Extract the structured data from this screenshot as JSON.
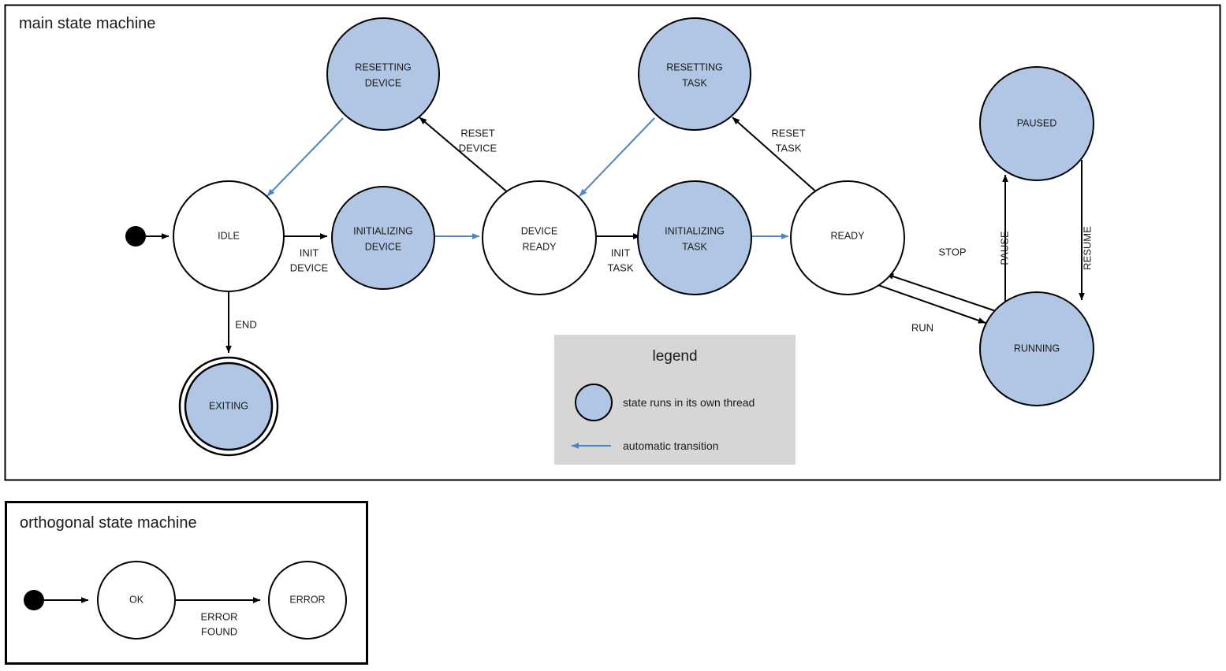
{
  "colors": {
    "thread_state_fill": "#b1c6e4",
    "stroke": "#000000",
    "auto_transition": "#4a86c8",
    "legend_bg": "#d6d6d6",
    "background": "#ffffff"
  },
  "main_machine": {
    "title": "main state machine",
    "states": [
      {
        "id": "idle",
        "label_lines": [
          "IDLE"
        ],
        "threaded": false,
        "final": false
      },
      {
        "id": "resetting-device",
        "label_lines": [
          "RESETTING",
          "DEVICE"
        ],
        "threaded": true,
        "final": false
      },
      {
        "id": "initializing-device",
        "label_lines": [
          "INITIALIZING",
          "DEVICE"
        ],
        "threaded": true,
        "final": false
      },
      {
        "id": "device-ready",
        "label_lines": [
          "DEVICE",
          "READY"
        ],
        "threaded": false,
        "final": false
      },
      {
        "id": "resetting-task",
        "label_lines": [
          "RESETTING",
          "TASK"
        ],
        "threaded": true,
        "final": false
      },
      {
        "id": "initializing-task",
        "label_lines": [
          "INITIALIZING",
          "TASK"
        ],
        "threaded": true,
        "final": false
      },
      {
        "id": "ready",
        "label_lines": [
          "READY"
        ],
        "threaded": false,
        "final": false
      },
      {
        "id": "paused",
        "label_lines": [
          "PAUSED"
        ],
        "threaded": true,
        "final": false
      },
      {
        "id": "running",
        "label_lines": [
          "RUNNING"
        ],
        "threaded": true,
        "final": false
      },
      {
        "id": "exiting",
        "label_lines": [
          "EXITING"
        ],
        "threaded": true,
        "final": true
      }
    ],
    "transitions": [
      {
        "from": "start",
        "to": "idle",
        "label_lines": [],
        "automatic": false
      },
      {
        "from": "idle",
        "to": "initializing-device",
        "label_lines": [
          "INIT",
          "DEVICE"
        ],
        "automatic": false
      },
      {
        "from": "idle",
        "to": "exiting",
        "label_lines": [
          "END"
        ],
        "automatic": false
      },
      {
        "from": "initializing-device",
        "to": "device-ready",
        "label_lines": [],
        "automatic": true
      },
      {
        "from": "device-ready",
        "to": "resetting-device",
        "label_lines": [
          "RESET",
          "DEVICE"
        ],
        "automatic": false
      },
      {
        "from": "resetting-device",
        "to": "idle",
        "label_lines": [],
        "automatic": true
      },
      {
        "from": "device-ready",
        "to": "initializing-task",
        "label_lines": [
          "INIT",
          "TASK"
        ],
        "automatic": false
      },
      {
        "from": "initializing-task",
        "to": "ready",
        "label_lines": [],
        "automatic": true
      },
      {
        "from": "ready",
        "to": "resetting-task",
        "label_lines": [
          "RESET",
          "TASK"
        ],
        "automatic": false
      },
      {
        "from": "resetting-task",
        "to": "device-ready",
        "label_lines": [],
        "automatic": true
      },
      {
        "from": "ready",
        "to": "running",
        "label_lines": [
          "RUN"
        ],
        "automatic": false
      },
      {
        "from": "running",
        "to": "ready",
        "label_lines": [
          "STOP"
        ],
        "automatic": false
      },
      {
        "from": "running",
        "to": "paused",
        "label_lines": [
          "PAUSE"
        ],
        "automatic": false
      },
      {
        "from": "paused",
        "to": "running",
        "label_lines": [
          "RESUME"
        ],
        "automatic": false
      }
    ]
  },
  "legend": {
    "title": "legend",
    "items": [
      {
        "symbol": "filled-circle-swatch",
        "text": "state runs in its own thread"
      },
      {
        "symbol": "blue-arrow-swatch",
        "text": "automatic transition"
      }
    ]
  },
  "orthogonal_machine": {
    "title": "orthogonal state machine",
    "states": [
      {
        "id": "ok",
        "label_lines": [
          "OK"
        ]
      },
      {
        "id": "error",
        "label_lines": [
          "ERROR"
        ]
      }
    ],
    "transitions": [
      {
        "from": "start",
        "to": "ok",
        "label_lines": []
      },
      {
        "from": "ok",
        "to": "error",
        "label_lines": [
          "ERROR",
          "FOUND"
        ]
      }
    ]
  },
  "labels": {
    "idle": "IDLE",
    "resetting_device_1": "RESETTING",
    "resetting_device_2": "DEVICE",
    "initializing_device_1": "INITIALIZING",
    "initializing_device_2": "DEVICE",
    "device_ready_1": "DEVICE",
    "device_ready_2": "READY",
    "resetting_task_1": "RESETTING",
    "resetting_task_2": "TASK",
    "initializing_task_1": "INITIALIZING",
    "initializing_task_2": "TASK",
    "ready": "READY",
    "paused": "PAUSED",
    "running": "RUNNING",
    "exiting": "EXITING",
    "init_device_1": "INIT",
    "init_device_2": "DEVICE",
    "init_task_1": "INIT",
    "init_task_2": "TASK",
    "reset_device_1": "RESET",
    "reset_device_2": "DEVICE",
    "reset_task_1": "RESET",
    "reset_task_2": "TASK",
    "end": "END",
    "run": "RUN",
    "stop": "STOP",
    "pause": "PAUSE",
    "resume": "RESUME",
    "ok": "OK",
    "error": "ERROR",
    "error_found_1": "ERROR",
    "error_found_2": "FOUND"
  }
}
